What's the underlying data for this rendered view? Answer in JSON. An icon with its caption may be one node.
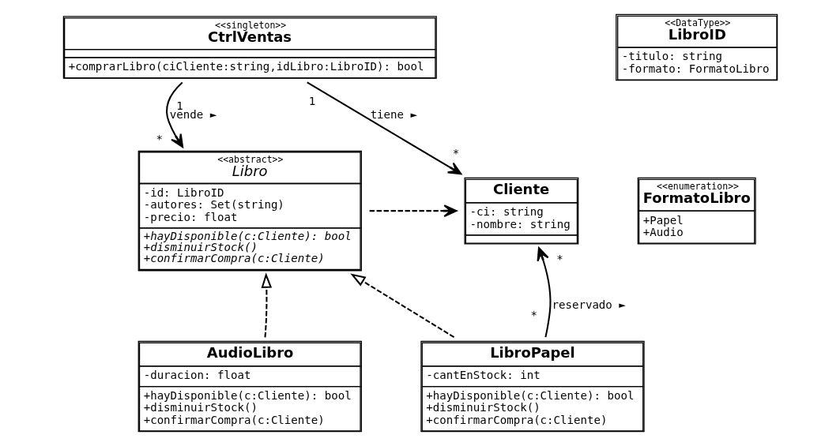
{
  "diagram": {
    "nodes": [
      {
        "text": [
          "<<singleton>>",
          "CtrlVentas",
          "+comprarLibro(ciCliente:string,idLibro:LibroID): bool"
        ]
      },
      {
        "text": [
          "<<DataType>>",
          "LibroID",
          "-titulo: string",
          "-formato: FormatoLibro"
        ]
      },
      {
        "text": [
          "<<abstract>>",
          "Libro",
          "-id: LibroID",
          "-autores: Set(string)",
          "-precio: float",
          "+hayDisponible(c:Cliente): bool",
          "+disminuirStock()",
          "+confirmarCompra(c:Cliente)"
        ]
      },
      {
        "text": [
          "<<enumeration>>",
          "FormatoLibro",
          "+Papel",
          "+Audio"
        ]
      },
      {
        "text": [
          "Cliente",
          "-ci: string",
          "-nombre: string"
        ]
      },
      {
        "text": [
          "AudioLibro",
          "-duracion: float",
          "+hayDisponible(c:Cliente): bool",
          "+disminuirStock()",
          "+confirmarCompra(c:Cliente)"
        ]
      },
      {
        "text": [
          "LibroPapel",
          "-cantEnStock: int",
          "+hayDisponible(c:Cliente): bool",
          "+disminuirStock()",
          "+confirmarCompra(c:Cliente)"
        ]
      }
    ],
    "edges": [
      {
        "from": 0,
        "to": 2,
        "arrow": "to",
        "label": "vende ►"
      },
      {
        "from": 0,
        "to": 4,
        "arrow": "to",
        "label": "tiene ►"
      },
      {
        "from": 2,
        "to": 4,
        "arrow": "to",
        "style": "dashed"
      },
      {
        "from": 5,
        "to": 2,
        "arrow": "to",
        "style": "dashed"
      },
      {
        "from": 6,
        "to": 2,
        "arrow": "to",
        "style": "dashed"
      },
      {
        "from": 6,
        "to": 4,
        "arrow": "to",
        "label": "reservado ►"
      }
    ],
    "labels": [
      "1",
      "1",
      "*",
      "*",
      "*",
      "*"
    ]
  }
}
